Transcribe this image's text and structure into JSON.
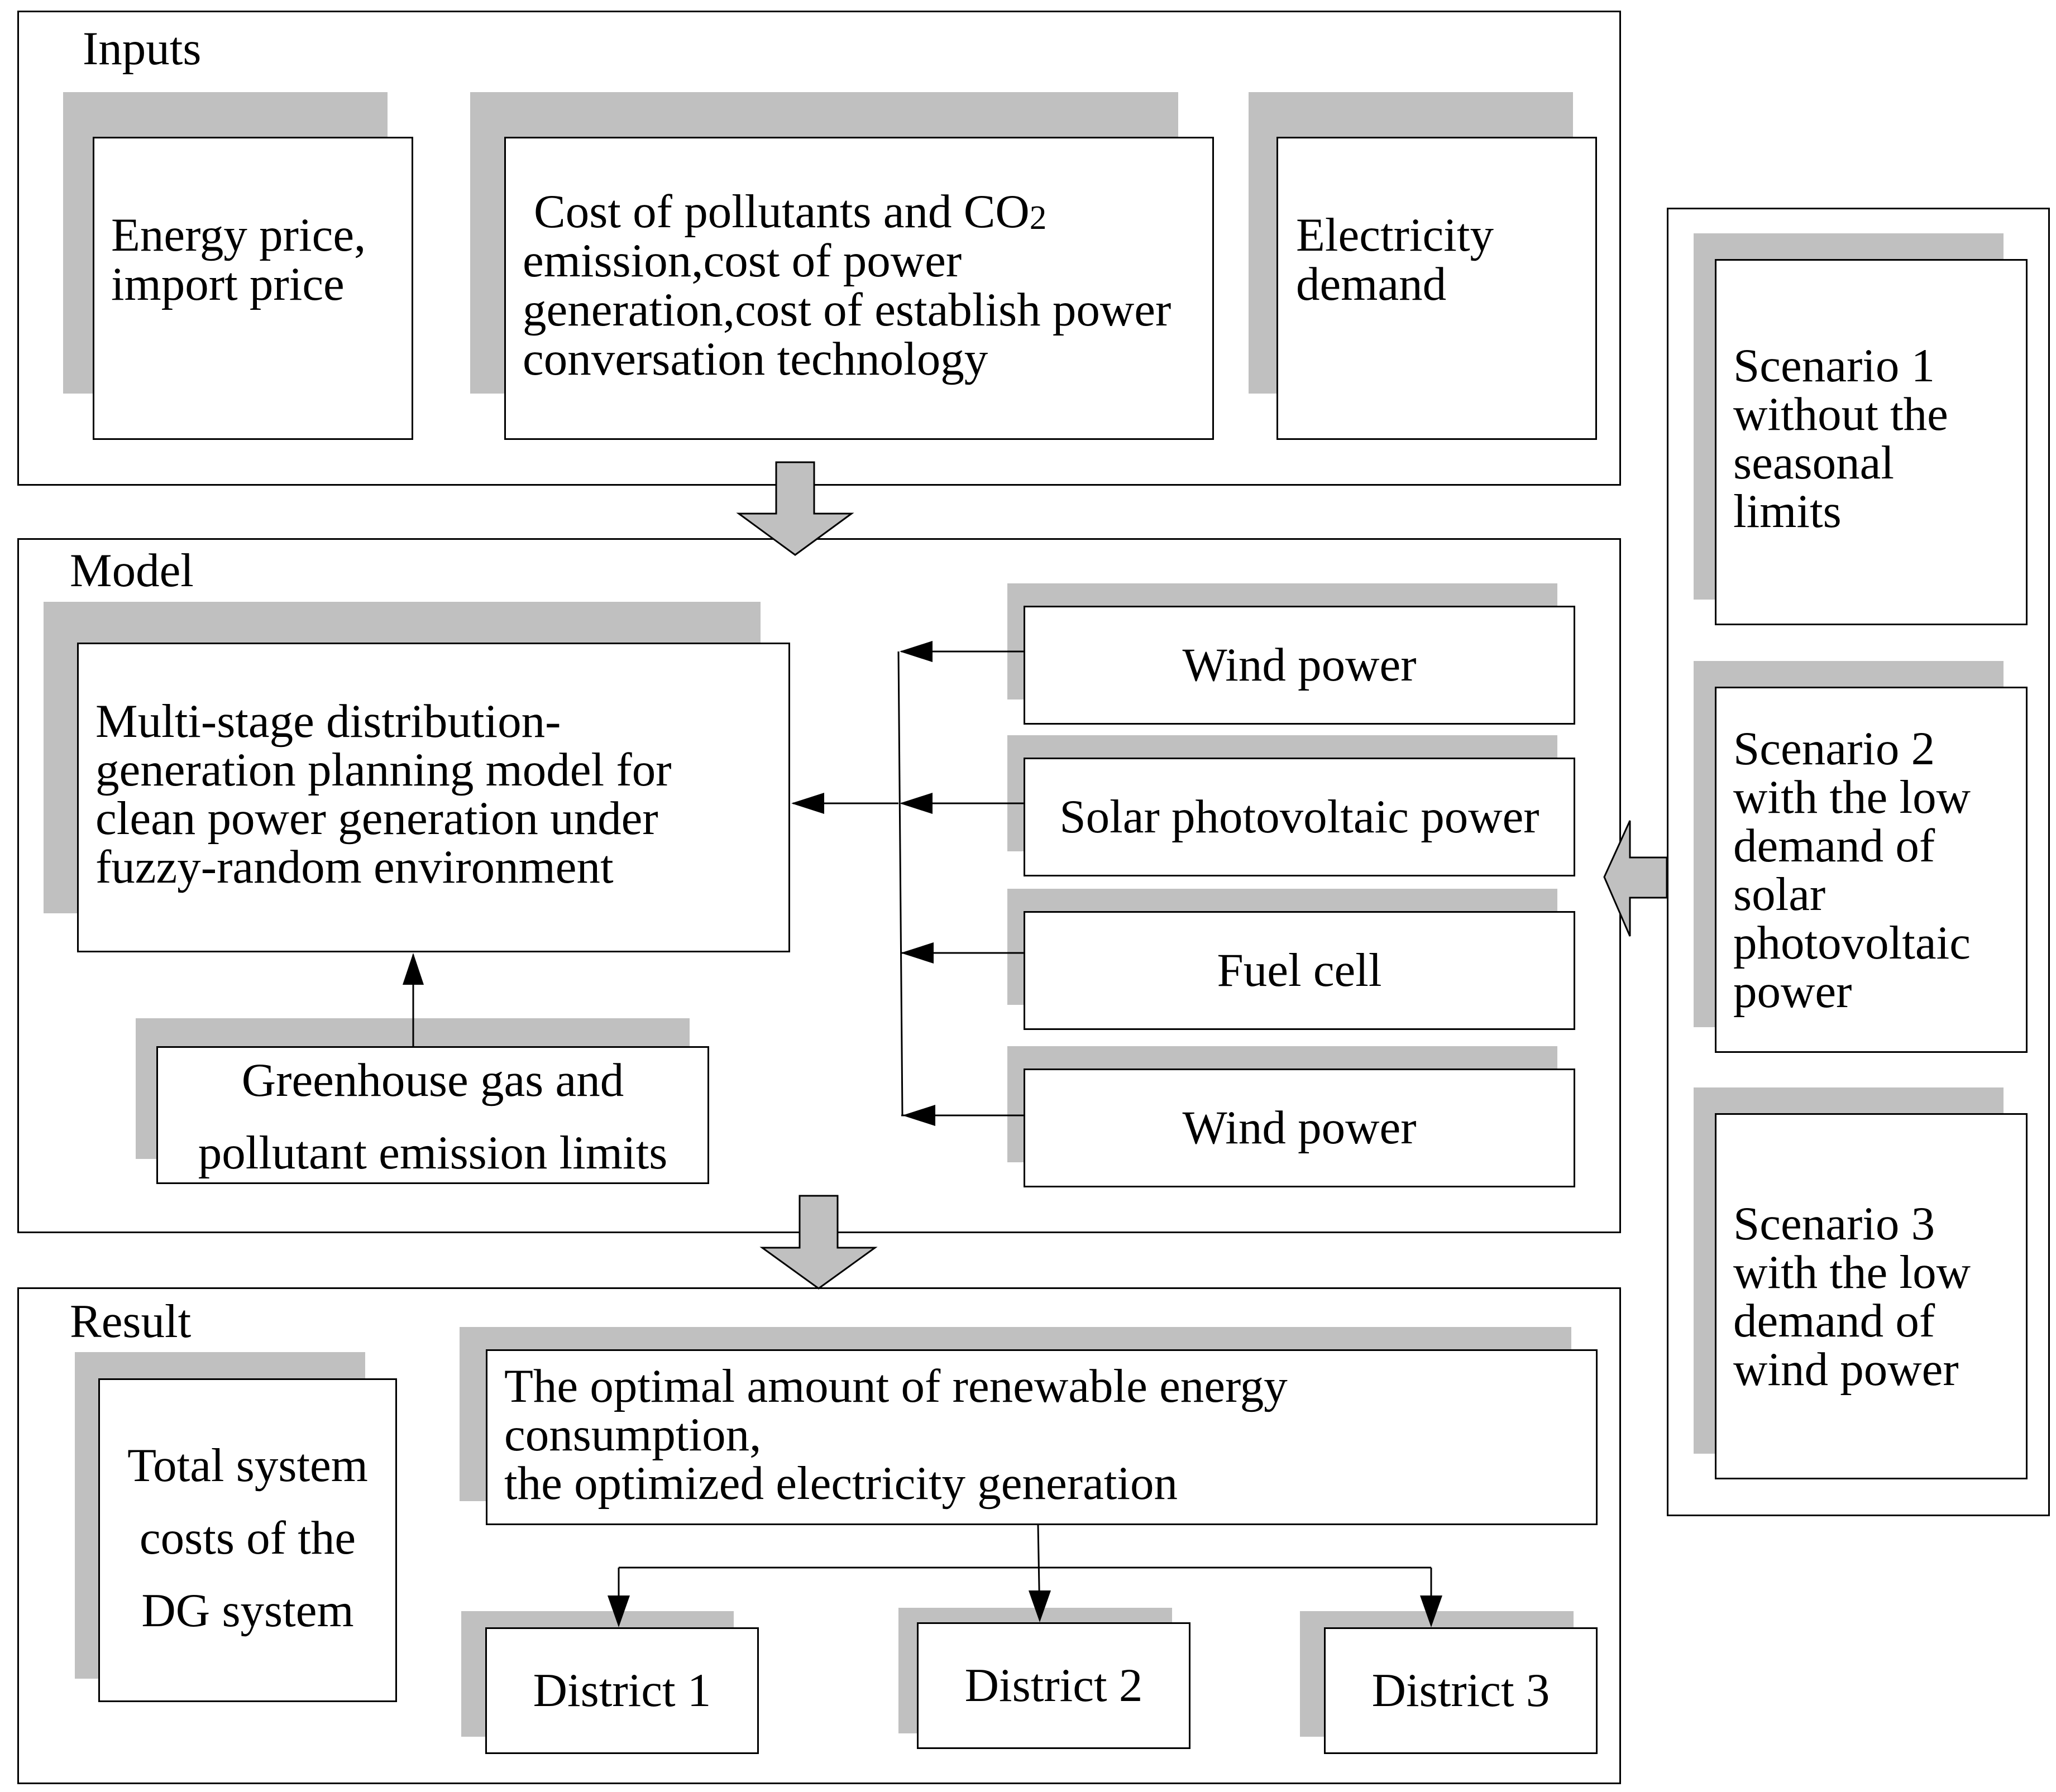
{
  "inputs": {
    "title": "Inputs",
    "energy_price": [
      "Energy price,",
      "import price"
    ],
    "cost": {
      "line1_main": "Cost of pollutants and CO",
      "line1_sub": "2",
      "line2": "emission,cost of power",
      "line3": "generation,cost of establish power",
      "line4": "conversation technology"
    },
    "electricity_demand": [
      "Electricity",
      "demand"
    ]
  },
  "model": {
    "title": "Model",
    "main_model": [
      "Multi-stage distribution-",
      "generation planning model for",
      "clean power generation under",
      "fuzzy-random environment"
    ],
    "limits": [
      "Greenhouse gas and",
      "pollutant emission limits"
    ],
    "sources": [
      "Wind power",
      "Solar photovoltaic power",
      "Fuel cell",
      "Wind power"
    ]
  },
  "result": {
    "title": "Result",
    "total_costs": [
      "Total system",
      "costs of the",
      "DG system"
    ],
    "optimal": [
      "The optimal amount of renewable energy",
      "consumption,",
      "the optimized electricity generation"
    ],
    "districts": [
      "District 1",
      "District 2",
      "District 3"
    ]
  },
  "scenarios": [
    [
      "Scenario 1",
      "without the",
      "seasonal",
      "limits"
    ],
    [
      "Scenario 2",
      " with the low",
      "demand of",
      "solar",
      "photovoltaic",
      "power"
    ],
    [
      "Scenario 3",
      "with the low",
      "demand of",
      "wind power"
    ]
  ],
  "colors": {
    "shadow": "#c0c0c0",
    "arrow_fill": "#c0c0c0",
    "line": "#000000"
  }
}
